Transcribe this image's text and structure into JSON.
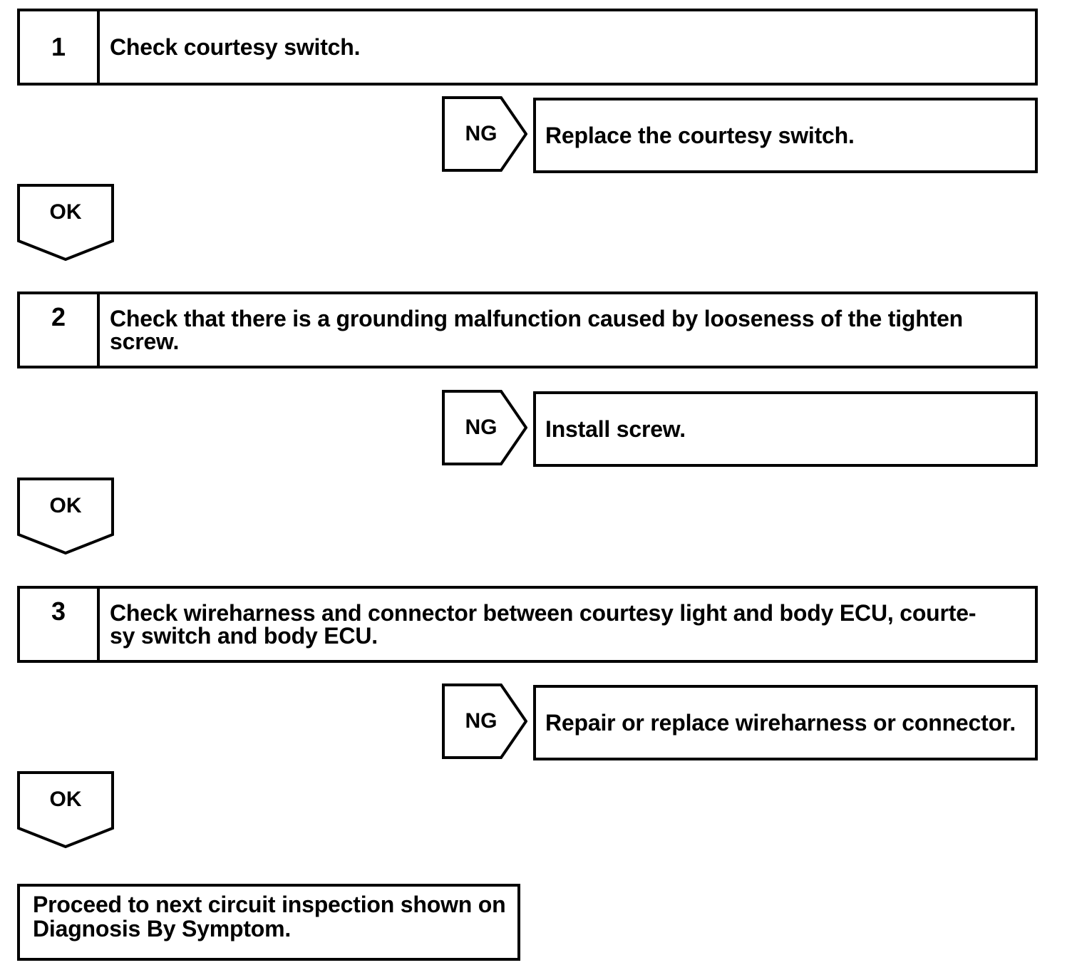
{
  "page": {
    "paper_color": "#ffffff",
    "ink_color": "#000000"
  },
  "flowchart": {
    "steps": [
      {
        "number": "1",
        "instruction_lines": [
          "Check courtesy switch."
        ],
        "ng": {
          "label": "NG",
          "action_lines": [
            "Replace the courtesy switch."
          ]
        },
        "ok": {
          "label": "OK"
        }
      },
      {
        "number": "2",
        "instruction_lines": [
          "Check that there is a grounding malfunction caused by looseness of the tighten",
          "screw."
        ],
        "ng": {
          "label": "NG",
          "action_lines": [
            "Install screw."
          ]
        },
        "ok": {
          "label": "OK"
        }
      },
      {
        "number": "3",
        "instruction_lines": [
          "Check wireharness and connector between courtesy light and body ECU, courte-",
          "sy switch and body ECU."
        ],
        "ng": {
          "label": "NG",
          "action_lines": [
            "Repair or replace wireharness or connector."
          ]
        },
        "ok": {
          "label": "OK"
        }
      }
    ],
    "end": {
      "lines": [
        "Proceed to next circuit inspection shown on",
        "Diagnosis By Symptom."
      ]
    }
  }
}
